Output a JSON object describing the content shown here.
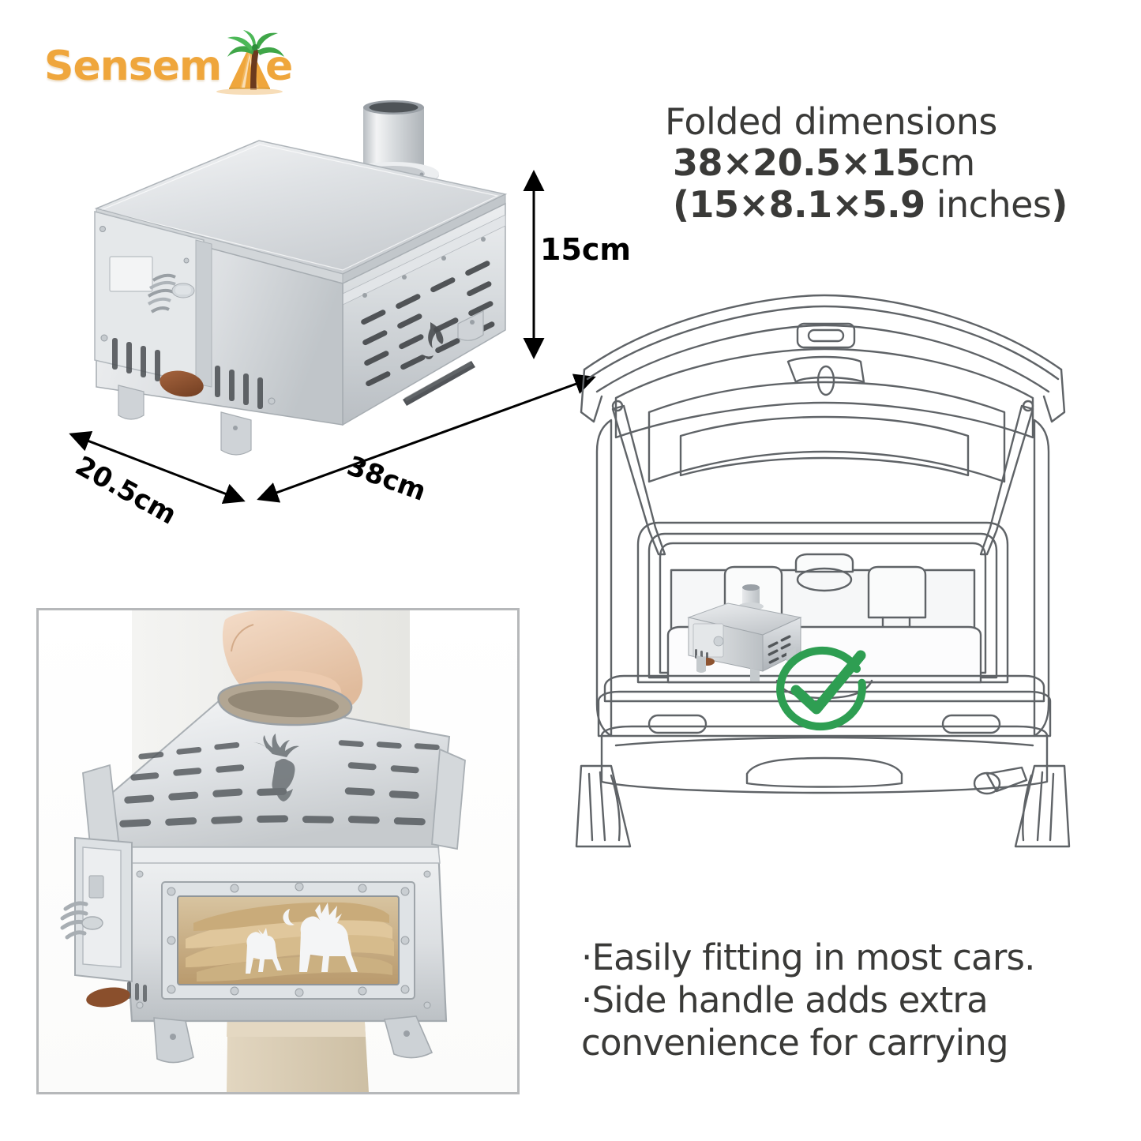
{
  "brand": {
    "name": "Sensemate",
    "text_before": "Sensem",
    "text_after": "e",
    "icon_tent": "tent-icon",
    "icon_palm": "palm-tree-icon",
    "color_primary": "#EFA63C",
    "color_palm_leaf": "#3FA648",
    "color_palm_trunk": "#6B3A1E"
  },
  "dimensions": {
    "height_label": "15cm",
    "width_label": "38cm",
    "depth_label": "20.5cm"
  },
  "folded": {
    "title": "Folded dimensions",
    "metric_value": "38×20.5×15",
    "metric_unit": "cm",
    "imperial_open": "(",
    "imperial_value": "15×8.1×5.9",
    "imperial_unit": " inches",
    "imperial_close": ")"
  },
  "features": {
    "bullet_1": "·Easily fitting in most cars.",
    "bullet_2_line_1": "·Side handle adds extra",
    "bullet_2_line_2": "convenience for carrying"
  },
  "visuals": {
    "hero_photo": "portable-wood-stove-photo",
    "framed_photo": "hand-carrying-stove-photo",
    "car_illustration": "suv-open-trunk-line-drawing",
    "trunk_stove": "stove-in-trunk-photo",
    "check_mark": "green-check-mark-icon",
    "check_color": "#2E9E52",
    "steel_light": "#e8eaec",
    "steel_mid": "#c3c7cb",
    "steel_dark": "#9aa0a6",
    "line_color": "#5a5f63"
  }
}
